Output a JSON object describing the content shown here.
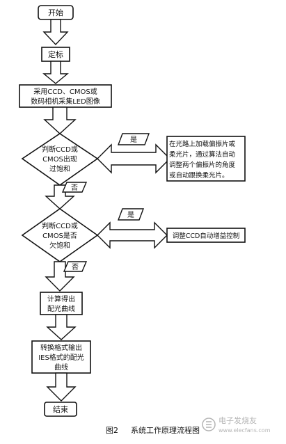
{
  "nodes": {
    "start": "开始",
    "calibrate": "定标",
    "capture_line1": "采用CCD、CMOS或",
    "capture_line2": "数码相机采集LED图像",
    "decision1_line1": "判断CCD或",
    "decision1_line2": "CMOS出现",
    "decision1_line3": "过饱和",
    "action1_line1": "在光路上加载偏振片或",
    "action1_line2": "柔光片，通过算法自动",
    "action1_line3": "调整两个偏振片的角度",
    "action1_line4": "或自动跟换柔光片。",
    "decision2_line1": "判断CCD或",
    "decision2_line2": "CMOS是否",
    "decision2_line3": "欠饱和",
    "action2": "调整CCD自动增益控制",
    "compute_line1": "计算得出",
    "compute_line2": "配光曲线",
    "convert_line1": "转换格式输出",
    "convert_line2": "IES格式的配光",
    "convert_line3": "曲线",
    "end": "结束"
  },
  "tags": {
    "yes1": "是",
    "no1": "否",
    "yes2": "是",
    "no2": "否"
  },
  "caption": {
    "figure_no": "图2",
    "title": "系统工作原理流程图"
  },
  "watermark": {
    "text": "电子发烧友",
    "url": "www.elecfans.com",
    "icon": "elecfans-logo-icon"
  }
}
